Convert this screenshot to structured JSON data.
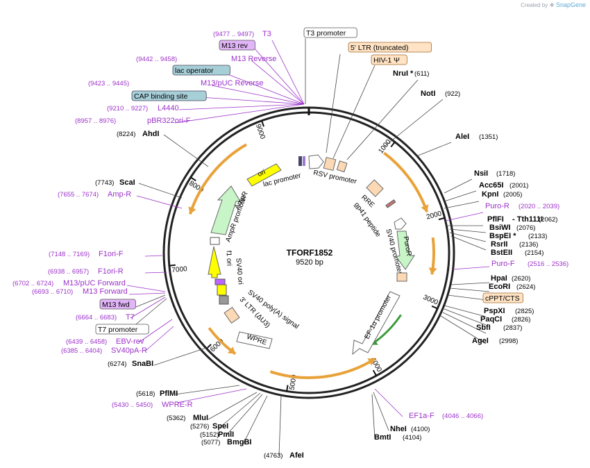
{
  "credit": {
    "prefix": "Created by",
    "brand": "SnapGene"
  },
  "plasmid": {
    "name": "TFORF1852",
    "length": "9520 bp",
    "total_bp": 9520
  },
  "colors": {
    "primer": "#9b30c9",
    "enzyme_text": "#000000",
    "backbone": "#222222",
    "arrow_orange": "#e8a23a",
    "ori": "#ffff00",
    "ampr": "#c8f5c8",
    "puror": "#c8f5c8",
    "feature_peach": "#fcd9b4",
    "lacop": "#a7cfd8",
    "cap": "#a7cfd8",
    "primer_label_bg": "#e1b5f7",
    "feature_label_bg": "#ffe3c4"
  },
  "ruler": [
    "1000",
    "2000",
    "3000",
    "4000",
    "5000",
    "6000",
    "7000",
    "8000",
    "9000"
  ],
  "boxed_labels": [
    {
      "name": "T3 promoter",
      "style": "white"
    },
    {
      "name": "5' LTR (truncated)",
      "style": "peach"
    },
    {
      "name": "HIV-1 Ψ",
      "style": "peach"
    },
    {
      "name": "M13 rev",
      "style": "primer"
    },
    {
      "name": "lac operator",
      "style": "blue"
    },
    {
      "name": "CAP binding site",
      "style": "blue"
    },
    {
      "name": "cPPT/CTS",
      "style": "peach"
    },
    {
      "name": "M13 fwd",
      "style": "primer"
    },
    {
      "name": "T7 promoter",
      "style": "white"
    }
  ],
  "enzymes": [
    {
      "name": "NruI",
      "star": " *",
      "pos": "(611)"
    },
    {
      "name": "NotI",
      "star": "",
      "pos": "(922)"
    },
    {
      "name": "AleI",
      "star": "",
      "pos": "(1351)"
    },
    {
      "name": "NsiI",
      "star": "",
      "pos": "(1718)"
    },
    {
      "name": "Acc65I",
      "star": "",
      "pos": "(2001)"
    },
    {
      "name": "KpnI",
      "star": "",
      "pos": "(2005)"
    },
    {
      "name": "PflFI",
      "star": "",
      "pos": ""
    },
    {
      "name": "- Tth111I",
      "star": "",
      "pos": "(2062)"
    },
    {
      "name": "BsiWI",
      "star": "",
      "pos": "(2076)"
    },
    {
      "name": "BspEI",
      "star": " *",
      "pos": "(2133)"
    },
    {
      "name": "RsrII",
      "star": "",
      "pos": "(2136)"
    },
    {
      "name": "BstEII",
      "star": "",
      "pos": "(2154)"
    },
    {
      "name": "HpaI",
      "star": "",
      "pos": "(2620)"
    },
    {
      "name": "EcoRI",
      "star": "",
      "pos": "(2624)"
    },
    {
      "name": "PspXI",
      "star": "",
      "pos": "(2825)"
    },
    {
      "name": "PaqCI",
      "star": "",
      "pos": "(2826)"
    },
    {
      "name": "SbfI",
      "star": "",
      "pos": "(2837)"
    },
    {
      "name": "AgeI",
      "star": "",
      "pos": "(2998)"
    },
    {
      "name": "NheI",
      "star": "",
      "pos": "(4100)"
    },
    {
      "name": "BmtI",
      "star": "",
      "pos": "(4104)"
    },
    {
      "name": "AfeI",
      "star": "",
      "pos": "(4763)"
    },
    {
      "name": "BmgBI",
      "star": "",
      "pos": "(5077)"
    },
    {
      "name": "PmlI",
      "star": "",
      "pos": "(5152)"
    },
    {
      "name": "SpeI",
      "star": "",
      "pos": "(5276)"
    },
    {
      "name": "MluI",
      "star": "",
      "pos": "(5362)"
    },
    {
      "name": "PflMI",
      "star": "",
      "pos": "(5618)"
    },
    {
      "name": "SnaBI",
      "star": "",
      "pos": "(6274)"
    },
    {
      "name": "ScaI",
      "star": "",
      "pos": "(7743)"
    },
    {
      "name": "AhdI",
      "star": "",
      "pos": "(8224)"
    }
  ],
  "primers": [
    {
      "name": "T3",
      "range": "(9477 .. 9497)"
    },
    {
      "name": "M13 Reverse",
      "range": "(9442 .. 9458)"
    },
    {
      "name": "M13/pUC Reverse",
      "range": "(9423 .. 9445)"
    },
    {
      "name": "L4440",
      "range": "(9210 .. 9227)"
    },
    {
      "name": "pBR322ori-F",
      "range": "(8957 .. 8976)"
    },
    {
      "name": "Amp-R",
      "range": "(7655 .. 7674)"
    },
    {
      "name": "F1ori-F",
      "range": "(7148 .. 7169)"
    },
    {
      "name": "F1ori-R",
      "range": "(6938 .. 6957)"
    },
    {
      "name": "M13/pUC Forward",
      "range": "(6702 .. 6724)"
    },
    {
      "name": "M13 Forward",
      "range": "(6693 .. 6710)"
    },
    {
      "name": "T7",
      "range": "(6664 .. 6683)"
    },
    {
      "name": "EBV-rev",
      "range": "(6439 .. 6458)"
    },
    {
      "name": "SV40pA-R",
      "range": "(6385 .. 6404)"
    },
    {
      "name": "WPRE-R",
      "range": "(5430 .. 5450)"
    },
    {
      "name": "Puro-R",
      "range": "(2020 .. 2039)"
    },
    {
      "name": "Puro-F",
      "range": "(2516 .. 2536)"
    },
    {
      "name": "EF1a-F",
      "range": "(4046 .. 4066)"
    }
  ],
  "features": [
    {
      "name": "ori"
    },
    {
      "name": "lac promoter"
    },
    {
      "name": "RSV promoter"
    },
    {
      "name": "RRE"
    },
    {
      "name": "gp41 peptide"
    },
    {
      "name": "SV40 promoter"
    },
    {
      "name": "PuroR"
    },
    {
      "name": "EF-1α promoter"
    },
    {
      "name": "WPRE"
    },
    {
      "name": "3' LTR (ΔU3)"
    },
    {
      "name": "SV40 poly(A) signal"
    },
    {
      "name": "f1 ori"
    },
    {
      "name": "SV40 ori"
    },
    {
      "name": "AmpR promoter"
    },
    {
      "name": "AmpR"
    }
  ]
}
